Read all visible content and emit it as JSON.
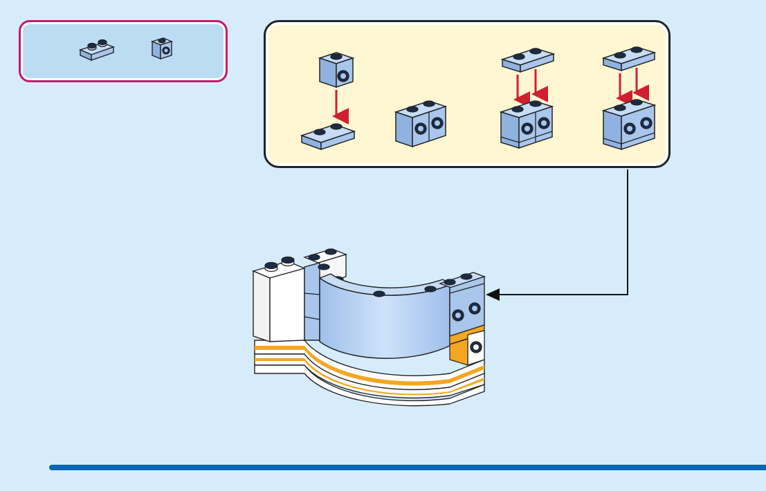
{
  "colors": {
    "background": "#d6ecfa",
    "parts_box_border": "#c8186e",
    "parts_box_fill": "#bcdcf3",
    "substep_fill": "#fff7d2",
    "brick_blue": "#a9c6ec",
    "brick_white": "#ffffff",
    "brick_orange": "#f4a623",
    "arrow_red": "#d02030",
    "rule_blue": "#0a67b5"
  },
  "parts_list": [
    {
      "name": "plate-1x2-icon",
      "quantity_shown": false
    },
    {
      "name": "brick-1x1-stud-side-icon",
      "quantity_shown": false
    }
  ],
  "substeps": [
    {
      "name": "attach-side-stud-bricks"
    },
    {
      "name": "two-side-stud-bricks"
    },
    {
      "name": "add-plate-top"
    },
    {
      "name": "add-plate-top-final"
    }
  ],
  "main_assembly": {
    "name": "curved-wall-assembly"
  }
}
